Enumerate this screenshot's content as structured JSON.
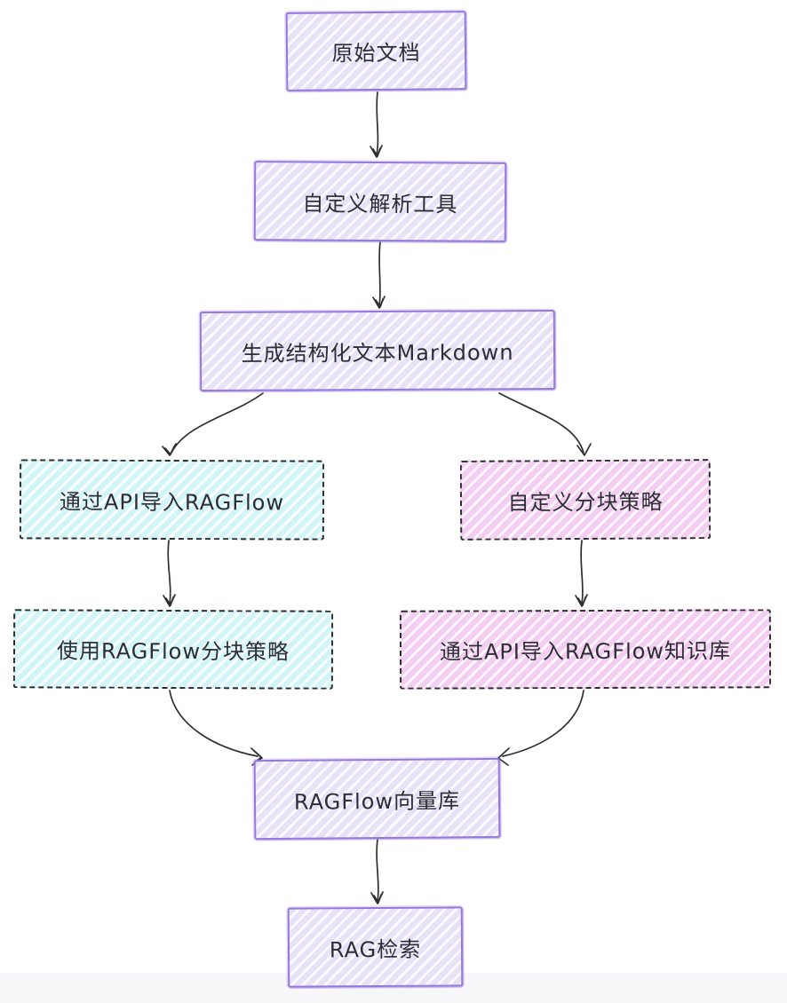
{
  "diagram_type": "flowchart",
  "nodes": [
    {
      "id": "original-document",
      "label": "原始文档",
      "style": "purple-solid"
    },
    {
      "id": "custom-parser",
      "label": "自定义解析工具",
      "style": "purple-solid"
    },
    {
      "id": "markdown-output",
      "label": "生成结构化文本Markdown",
      "style": "purple-solid"
    },
    {
      "id": "api-import-ragflow",
      "label": "通过API导入RAGFlow",
      "style": "cyan-dashed"
    },
    {
      "id": "custom-chunking",
      "label": "自定义分块策略",
      "style": "pink-dashed"
    },
    {
      "id": "ragflow-chunking",
      "label": "使用RAGFlow分块策略",
      "style": "cyan-dashed"
    },
    {
      "id": "api-import-kb",
      "label": "通过API导入RAGFlow知识库",
      "style": "pink-dashed"
    },
    {
      "id": "ragflow-vector-db",
      "label": "RAGFlow向量库",
      "style": "purple-solid"
    },
    {
      "id": "rag-retrieval",
      "label": "RAG检索",
      "style": "purple-solid"
    }
  ],
  "edges": [
    {
      "from": "original-document",
      "to": "custom-parser"
    },
    {
      "from": "custom-parser",
      "to": "markdown-output"
    },
    {
      "from": "markdown-output",
      "to": "api-import-ragflow"
    },
    {
      "from": "markdown-output",
      "to": "custom-chunking"
    },
    {
      "from": "api-import-ragflow",
      "to": "ragflow-chunking"
    },
    {
      "from": "custom-chunking",
      "to": "api-import-kb"
    },
    {
      "from": "ragflow-chunking",
      "to": "ragflow-vector-db"
    },
    {
      "from": "api-import-kb",
      "to": "ragflow-vector-db"
    },
    {
      "from": "ragflow-vector-db",
      "to": "rag-retrieval"
    }
  ],
  "colors": {
    "purple_border": "#9678dd",
    "lavender_fill": "#e7e2f8",
    "cyan_fill": "#d2f5f8",
    "pink_fill": "#f4cdf2",
    "dashed_border": "#2d2d2d",
    "arrow": "#2f2f2f",
    "text": "#2d2d34",
    "background": "#ffffff"
  }
}
